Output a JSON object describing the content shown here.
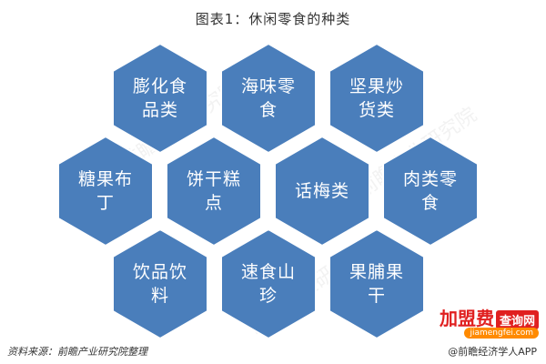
{
  "title": "图表1：休闲零食的种类",
  "cells": [
    {
      "lines": [
        "膨化食",
        "品类"
      ]
    },
    {
      "lines": [
        "海味零",
        "食"
      ]
    },
    {
      "lines": [
        "坚果炒",
        "货类"
      ]
    },
    {
      "lines": [
        "糖果布",
        "丁"
      ]
    },
    {
      "lines": [
        "饼干糕",
        "点"
      ]
    },
    {
      "lines": [
        "话梅类"
      ]
    },
    {
      "lines": [
        "肉类零",
        "食"
      ]
    },
    {
      "lines": [
        "饮品饮",
        "料"
      ]
    },
    {
      "lines": [
        "速食山",
        "珍"
      ]
    },
    {
      "lines": [
        "果脯果",
        "干"
      ]
    }
  ],
  "watermark": "前瞻产业研究院",
  "source": "资料来源：前瞻产业研究院整理",
  "credit": "@前瞻经济学人APP",
  "logo": {
    "brand": "加盟费",
    "sub": "查询网",
    "url": "jiamengfei.com"
  },
  "colors": {
    "hex_fill": "#4A7EBB",
    "text": "#333333"
  }
}
